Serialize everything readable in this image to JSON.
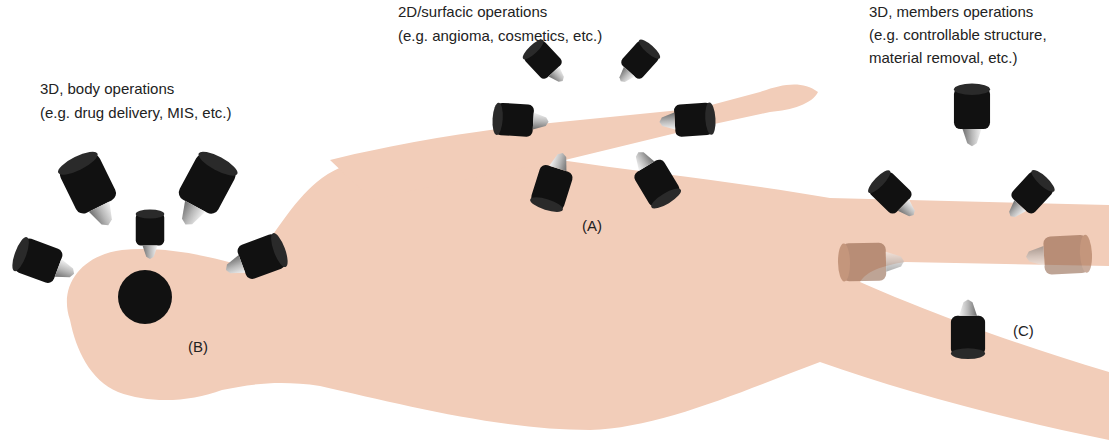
{
  "diagram": {
    "labels": [
      "3D, body operations",
      "(e.g. drug delivery, MIS, etc.)",
      "2D/surfacic operations",
      "(e.g. angioma, cosmetics, etc.)",
      "3D, members operations",
      "(e.g. controllable structure,",
      "material removal, etc.)",
      "(A)",
      "(B)",
      "(C)"
    ]
  }
}
